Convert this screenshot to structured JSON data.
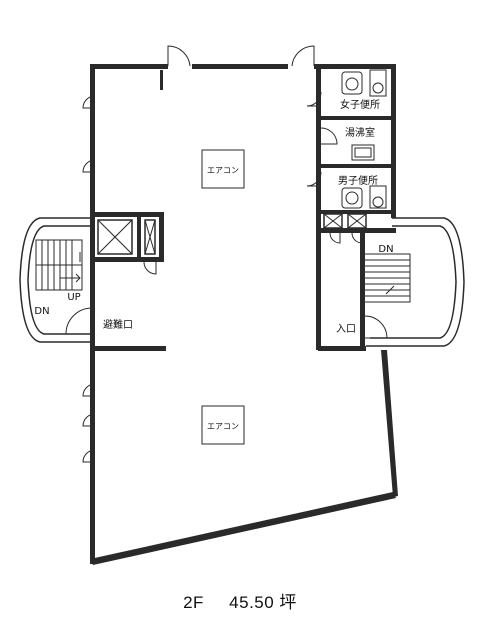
{
  "floor_plan": {
    "rooms": {
      "womens_toilet": "女子便所",
      "kitchenette": "湯沸室",
      "mens_toilet": "男子便所",
      "aircon_upper": "エアコン",
      "aircon_lower": "エアコン",
      "emergency_exit": "避難口",
      "entrance": "入口"
    },
    "stairs": {
      "left_down": "DN",
      "left_up": "UP",
      "right_down": "DN"
    },
    "caption": {
      "floor": "2F",
      "area": "45.50 坪"
    }
  }
}
